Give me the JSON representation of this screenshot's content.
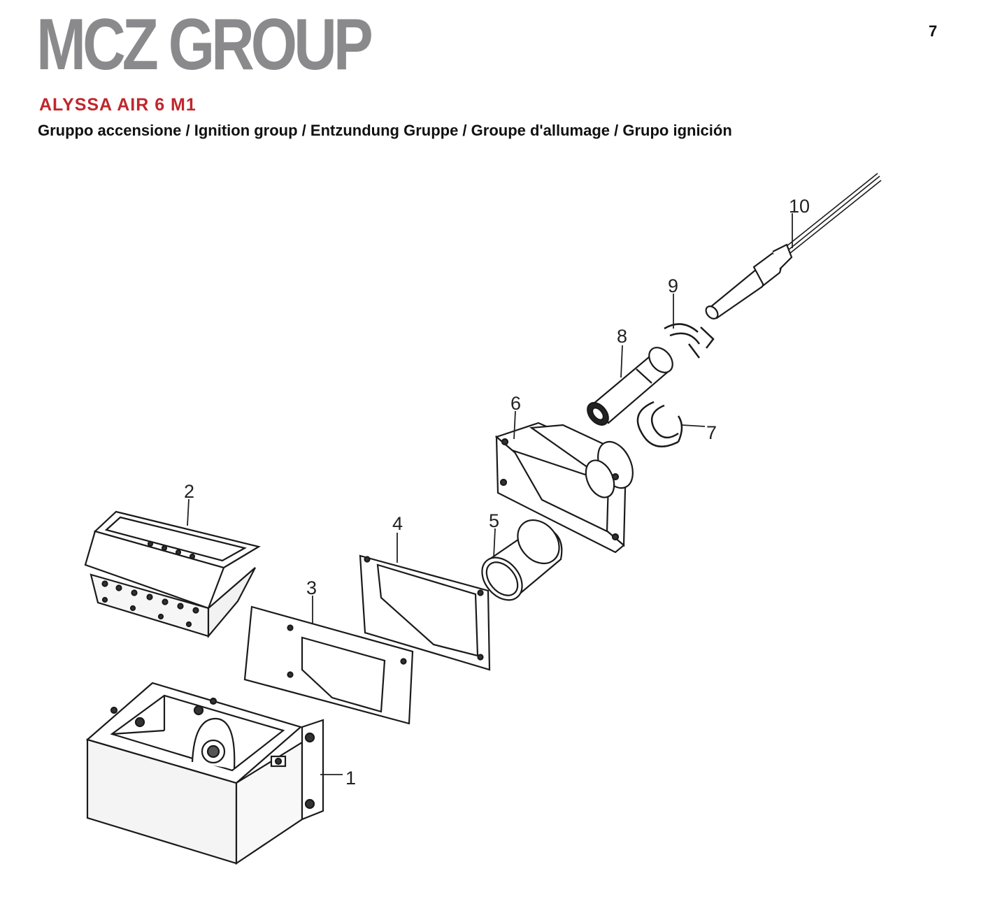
{
  "header": {
    "brand": "MCZ GROUP",
    "page_number": "7",
    "model": "ALYSSA AIR 6 M1",
    "subtitle": "Gruppo accensione / Ignition group / Entzundung Gruppe / Groupe d'allumage / Grupo ignición"
  },
  "colors": {
    "brand_gray": "#8a8a8c",
    "model_red": "#c0262c"
  },
  "diagram": {
    "callouts": [
      "1",
      "2",
      "3",
      "4",
      "5",
      "6",
      "7",
      "8",
      "9",
      "10"
    ]
  }
}
